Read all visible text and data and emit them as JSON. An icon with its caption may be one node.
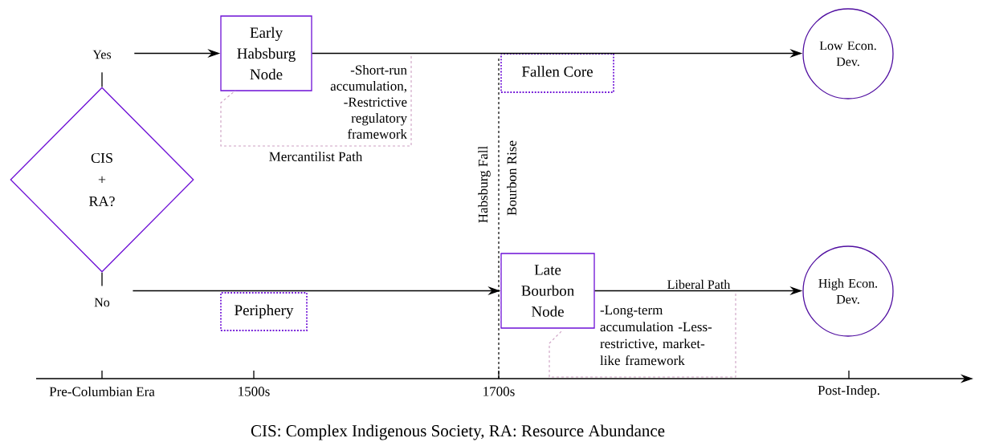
{
  "diagram": {
    "caption": "CIS: Complex Indigenous Society, RA: Resource Abundance",
    "nodes": [
      {
        "text": [
          "CIS + RA?"
        ]
      },
      {
        "text": [
          "Yes"
        ]
      },
      {
        "text": [
          "No"
        ]
      },
      {
        "text": [
          "Early Habsburg Node"
        ]
      },
      {
        "text": [
          "-Short-run accumulation, -Restrictive regulatory framework"
        ],
        "beside": [
          "Mercantilist Path"
        ]
      },
      {
        "text": [
          "Low Econ. Dev."
        ]
      },
      {
        "text": [
          "Fallen Core"
        ]
      },
      {
        "text": [
          "Periphery"
        ]
      },
      {
        "text": [
          "Late Bourbon Node"
        ]
      },
      {
        "text": [
          "-Long-term accumulation -Less-restrictive, market-like framework"
        ]
      },
      {
        "text": [
          "High Econ. Dev."
        ]
      }
    ],
    "edges": [
      {
        "from": 0,
        "to": 1,
        "arrow": "none"
      },
      {
        "from": 0,
        "to": 2,
        "arrow": "none"
      },
      {
        "from": 1,
        "to": 3,
        "arrow": "to"
      },
      {
        "from": 3,
        "to": 5,
        "arrow": "to"
      },
      {
        "from": 2,
        "to": 8,
        "arrow": "to"
      },
      {
        "from": 8,
        "to": 10,
        "arrow": "to",
        "label": "Liberal Path"
      }
    ],
    "labels": [
      "Habsburg Fall",
      "Bourbon Rise",
      "Pre-Columbian Era",
      "1500s",
      "1700s",
      "Post-Indep."
    ]
  }
}
